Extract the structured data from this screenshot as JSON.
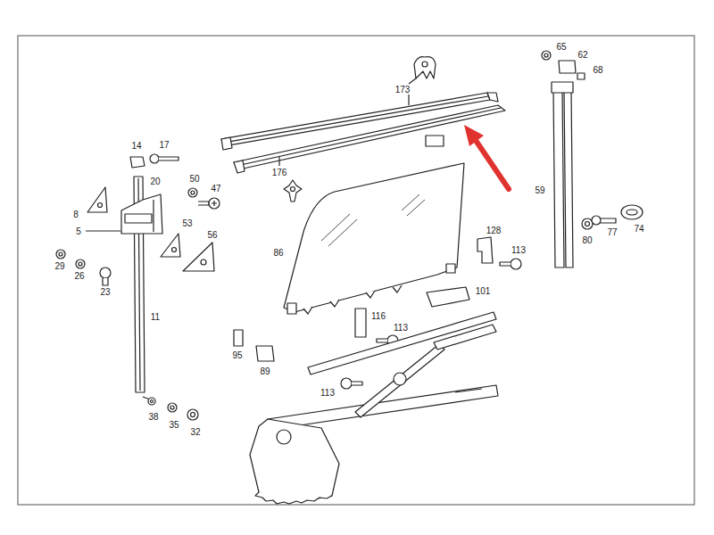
{
  "diagram": {
    "labels": [
      "65",
      "62",
      "68",
      "173",
      "14",
      "17",
      "176",
      "20",
      "50",
      "47",
      "8",
      "5",
      "53",
      "56",
      "59",
      "80",
      "77",
      "74",
      "86",
      "128",
      "113",
      "29",
      "26",
      "23",
      "101",
      "11",
      "116",
      "113",
      "95",
      "89",
      "113",
      "38",
      "35",
      "32"
    ]
  }
}
